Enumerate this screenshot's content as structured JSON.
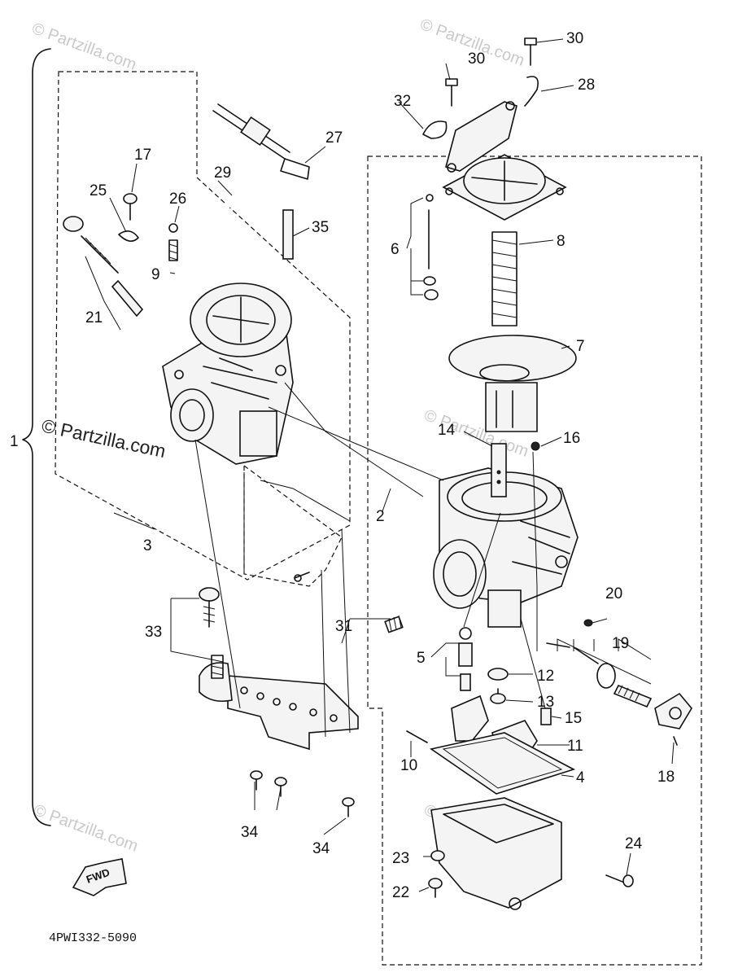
{
  "watermark": "© Partzilla.com",
  "diagram_code": "4PWI332-5090",
  "fwd_label": "FWD",
  "callouts": {
    "c1": "1",
    "c2": "2",
    "c3": "3",
    "c4": "4",
    "c5": "5",
    "c6": "6",
    "c7": "7",
    "c8": "8",
    "c9": "9",
    "c10": "10",
    "c11": "11",
    "c12": "12",
    "c13": "13",
    "c14": "14",
    "c15": "15",
    "c16": "16",
    "c17": "17",
    "c18": "18",
    "c19": "19",
    "c20": "20",
    "c21": "21",
    "c22": "22",
    "c23": "23",
    "c24": "24",
    "c25": "25",
    "c26": "26",
    "c27": "27",
    "c28": "28",
    "c29": "29",
    "c30a": "30",
    "c30b": "30",
    "c31": "31",
    "c32": "32",
    "c33": "33",
    "c34a": "34",
    "c34b": "34",
    "c35": "35"
  }
}
